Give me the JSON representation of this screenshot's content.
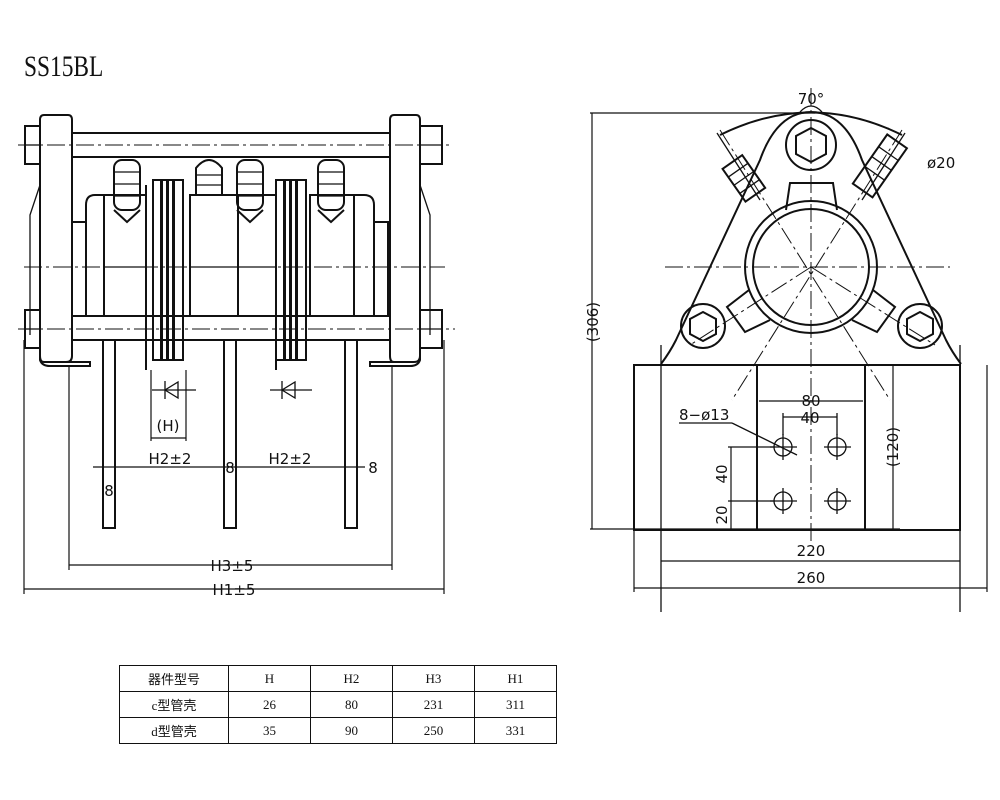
{
  "title": "SS15BL",
  "front_view": {
    "labels": {
      "H": "(H)",
      "H2_left": "H2±2",
      "H2_right": "H2±2",
      "busbar_thickness_left": "8",
      "busbar_thickness_mid": "8",
      "busbar_thickness_right": "8",
      "H3": "H3±5",
      "H1": "H1±5"
    }
  },
  "side_view": {
    "labels": {
      "angle": "70°",
      "pipe_dia": "ø20",
      "height": "(306)",
      "mount_holes": "8−ø13",
      "hole_spacing_outer": "80",
      "hole_spacing_inner": "40",
      "vertical_40": "40",
      "vertical_20": "20",
      "base_height": "(120)",
      "width_220": "220",
      "width_260": "260"
    }
  },
  "spec_table": {
    "headers": [
      "器件型号",
      "H",
      "H2",
      "H3",
      "H1"
    ],
    "rows": [
      [
        "c型管壳",
        "26",
        "80",
        "231",
        "311"
      ],
      [
        "d型管壳",
        "35",
        "90",
        "250",
        "331"
      ]
    ]
  }
}
